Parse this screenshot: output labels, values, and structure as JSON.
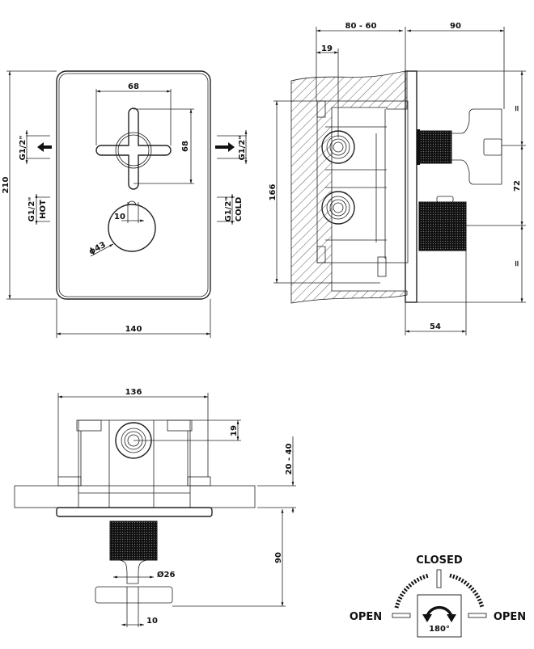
{
  "front_view": {
    "plate_width": "140",
    "plate_height": "210",
    "handle_width": "68",
    "handle_height": "68",
    "knob_diameter": "ϕ43",
    "knob_offset": "10",
    "inlet_top_left": "G1/2\"",
    "inlet_top_right": "G1/2\"",
    "inlet_hot_thread": "G1/2\"",
    "inlet_hot_label": "HOT",
    "inlet_cold_thread": "G1/2\"",
    "inlet_cold_label": "COLD"
  },
  "side_view": {
    "wall_depth": "80 - 60",
    "protrusion": "90",
    "port_offset": "19",
    "box_height": "166",
    "spacing": "72",
    "equal_top": "=",
    "equal_bottom": "=",
    "knob_depth": "54"
  },
  "top_view": {
    "box_width": "136",
    "port_offset": "19",
    "wall_range": "20 - 40",
    "protrusion": "90",
    "knob_diameter": "Ø26",
    "handle_offset": "10"
  },
  "rotation_legend": {
    "closed_label": "CLOSED",
    "open_left_label": "OPEN",
    "open_right_label": "OPEN",
    "angle": "180°"
  },
  "colors": {
    "line": "#222222",
    "background": "#ffffff"
  }
}
